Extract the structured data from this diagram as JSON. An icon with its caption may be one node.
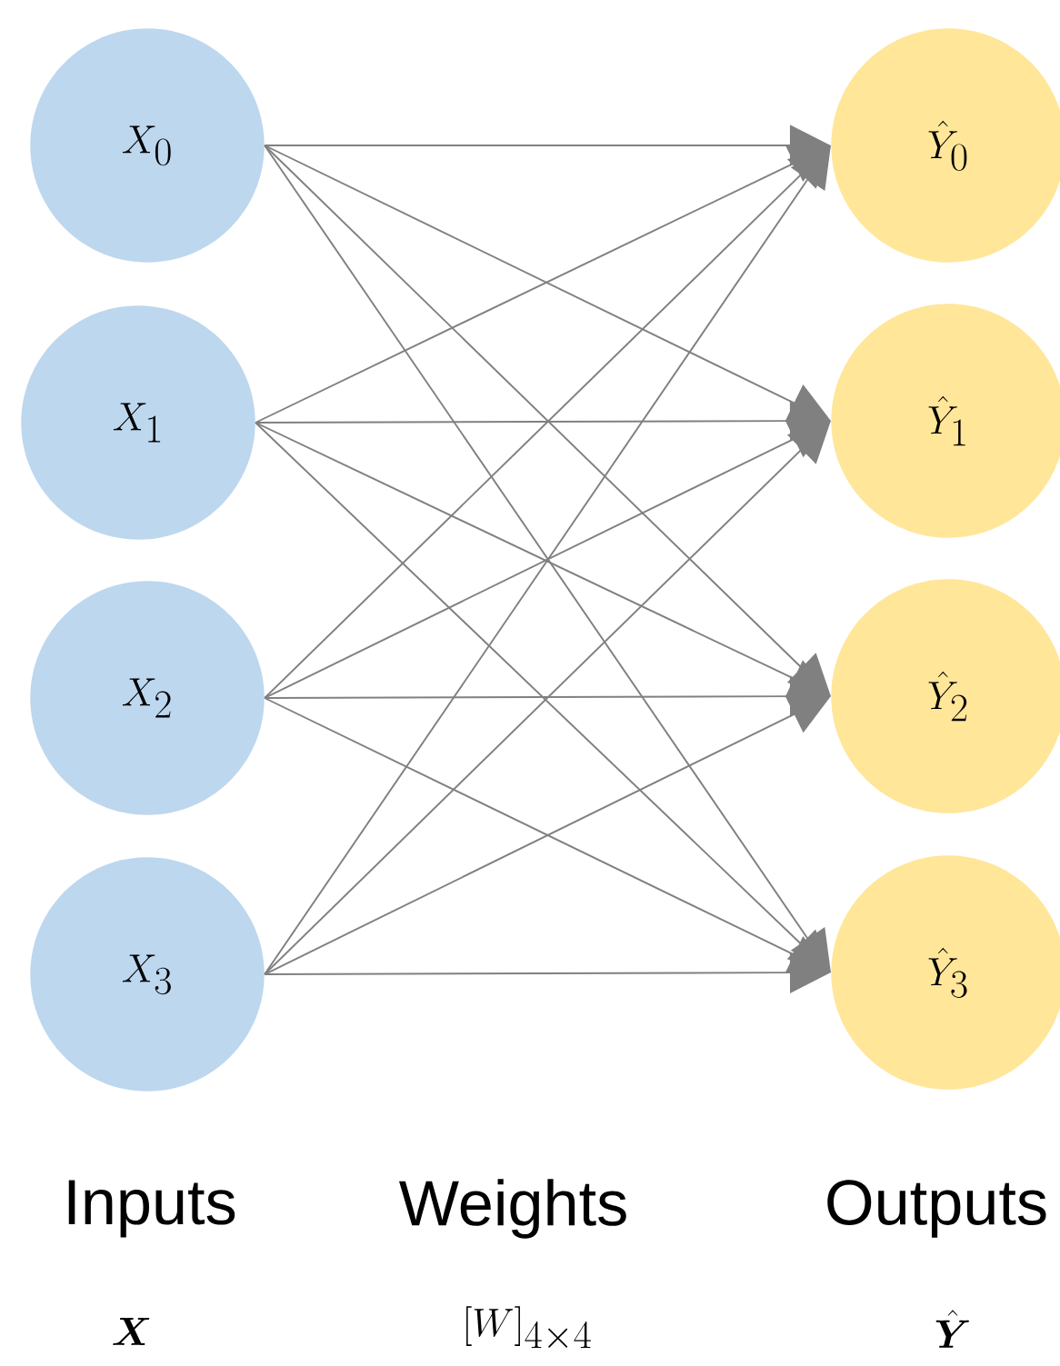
{
  "diagram": {
    "nodes": [
      {
        "text": [
          "X_0"
        ]
      },
      {
        "text": [
          "X_1"
        ]
      },
      {
        "text": [
          "X_2"
        ]
      },
      {
        "text": [
          "X_3"
        ]
      },
      {
        "text": [
          "\\hat{Y}_0"
        ]
      },
      {
        "text": [
          "\\hat{Y}_1"
        ]
      },
      {
        "text": [
          "\\hat{Y}_2"
        ]
      },
      {
        "text": [
          "\\hat{Y}_3"
        ]
      }
    ],
    "edges": [
      {
        "from": 0,
        "to": 4,
        "arrow": "to"
      },
      {
        "from": 0,
        "to": 5,
        "arrow": "to"
      },
      {
        "from": 0,
        "to": 6,
        "arrow": "to"
      },
      {
        "from": 0,
        "to": 7,
        "arrow": "to"
      },
      {
        "from": 1,
        "to": 4,
        "arrow": "to"
      },
      {
        "from": 1,
        "to": 5,
        "arrow": "to"
      },
      {
        "from": 1,
        "to": 6,
        "arrow": "to"
      },
      {
        "from": 1,
        "to": 7,
        "arrow": "to"
      },
      {
        "from": 2,
        "to": 4,
        "arrow": "to"
      },
      {
        "from": 2,
        "to": 5,
        "arrow": "to"
      },
      {
        "from": 2,
        "to": 6,
        "arrow": "to"
      },
      {
        "from": 2,
        "to": 7,
        "arrow": "to"
      },
      {
        "from": 3,
        "to": 4,
        "arrow": "to"
      },
      {
        "from": 3,
        "to": 5,
        "arrow": "to"
      },
      {
        "from": 3,
        "to": 6,
        "arrow": "to"
      },
      {
        "from": 3,
        "to": 7,
        "arrow": "to"
      }
    ],
    "labels": [
      "Inputs",
      "Weights",
      "Outputs",
      "\\boldsymbol{X}",
      "[W]_{4\\times 4}",
      "\\hat{\\boldsymbol{Y}}"
    ]
  }
}
